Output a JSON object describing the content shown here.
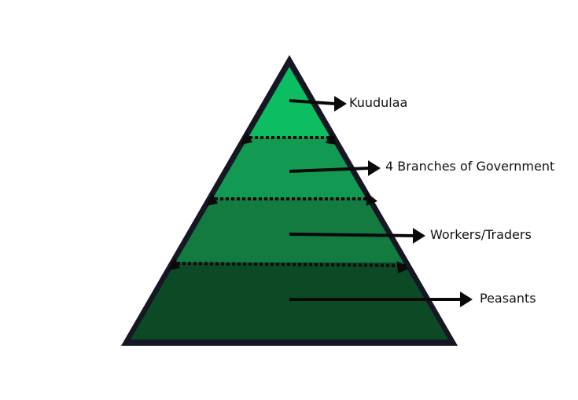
{
  "colors": {
    "outline": "#161625",
    "tier_top": "#0cbd62",
    "tier_2": "#139a52",
    "tier_3": "#137a40",
    "tier_base": "#0c4a26",
    "arrow": "#0a0a0a"
  },
  "pyramid": {
    "tiers": [
      {
        "label": "Kuudulaa"
      },
      {
        "label": "4 Branches of Government"
      },
      {
        "label": "Workers/Traders"
      },
      {
        "label": "Peasants"
      }
    ]
  }
}
